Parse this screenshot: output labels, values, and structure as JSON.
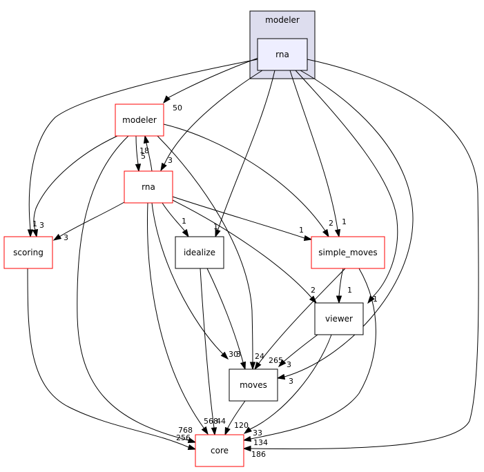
{
  "colors": {
    "cluster_fill": "#ddddee",
    "cluster_stroke": "#000000",
    "focus_fill": "#eeeeff",
    "red_stroke": "#ff0000",
    "black_stroke": "#000000",
    "node_fill": "#ffffff"
  },
  "cluster": {
    "label": "modeler"
  },
  "nodes": [
    {
      "id": "rna_top",
      "label": "rna",
      "style": "focus"
    },
    {
      "id": "modeler",
      "label": "modeler",
      "style": "red"
    },
    {
      "id": "rna",
      "label": "rna",
      "style": "red"
    },
    {
      "id": "scoring",
      "label": "scoring",
      "style": "red"
    },
    {
      "id": "idealize",
      "label": "idealize",
      "style": "black"
    },
    {
      "id": "simple_moves",
      "label": "simple_moves",
      "style": "red"
    },
    {
      "id": "viewer",
      "label": "viewer",
      "style": "black"
    },
    {
      "id": "moves",
      "label": "moves",
      "style": "black"
    },
    {
      "id": "core",
      "label": "core",
      "style": "red"
    }
  ],
  "edges": [
    {
      "id": "rna_top-modeler",
      "label": "50"
    },
    {
      "id": "rna_top-rna",
      "label": "3"
    },
    {
      "id": "rna_top-scoring",
      "label": "1"
    },
    {
      "id": "rna_top-idealize",
      "label": "1"
    },
    {
      "id": "rna_top-simple_moves",
      "label": "1"
    },
    {
      "id": "rna_top-viewer",
      "label": "1"
    },
    {
      "id": "rna_top-moves",
      "label": "3"
    },
    {
      "id": "rna_top-core",
      "label": "186"
    },
    {
      "id": "modeler-rna",
      "label": "5"
    },
    {
      "id": "rna-modeler",
      "label": "18"
    },
    {
      "id": "modeler-scoring",
      "label": "3"
    },
    {
      "id": "modeler-simple_moves",
      "label": "2"
    },
    {
      "id": "modeler-moves",
      "label": "24"
    },
    {
      "id": "modeler-core",
      "label": "256"
    },
    {
      "id": "rna-scoring",
      "label": "3"
    },
    {
      "id": "rna-idealize",
      "label": "1"
    },
    {
      "id": "rna-simple_moves",
      "label": "1"
    },
    {
      "id": "rna-viewer",
      "label": "2"
    },
    {
      "id": "rna-moves",
      "label": "30"
    },
    {
      "id": "rna-core",
      "label": "568"
    },
    {
      "id": "scoring-core",
      "label": "768"
    },
    {
      "id": "idealize-moves",
      "label": "3"
    },
    {
      "id": "idealize-core",
      "label": "44"
    },
    {
      "id": "simple_moves-viewer",
      "label": "1"
    },
    {
      "id": "simple_moves-moves",
      "label": "265"
    },
    {
      "id": "simple_moves-core",
      "label": "134"
    },
    {
      "id": "viewer-moves",
      "label": "3"
    },
    {
      "id": "viewer-core",
      "label": "33"
    },
    {
      "id": "moves-core",
      "label": "120"
    }
  ]
}
